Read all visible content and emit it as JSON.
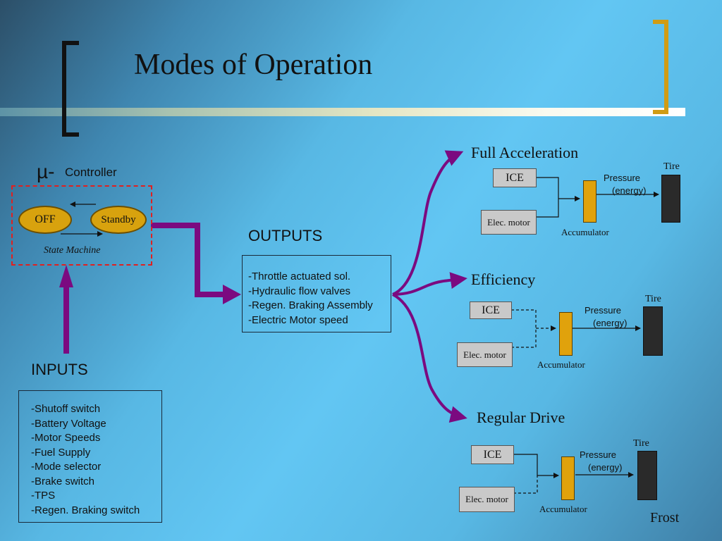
{
  "slide": {
    "title": "Modes of Operation",
    "controller_mu": "µ-",
    "controller_label": "Controller",
    "state_off": "OFF",
    "state_standby": "Standby",
    "state_machine": "State Machine",
    "outputs_heading": "OUTPUTS",
    "outputs": [
      "-Throttle actuated sol.",
      "-Hydraulic flow valves",
      "-Regen. Braking Assembly",
      "-Electric Motor speed"
    ],
    "inputs_heading": "INPUTS",
    "inputs": [
      "-Shutoff switch",
      "-Battery Voltage",
      "-Motor Speeds",
      "-Fuel Supply",
      "-Mode selector",
      "-Brake switch",
      "-TPS",
      "-Regen. Braking switch"
    ],
    "author": "Frost"
  },
  "modes": [
    {
      "name": "Full Acceleration",
      "ice": "ICE",
      "motor": "Elec. motor",
      "pressure": "Pressure",
      "energy": "(energy)",
      "accumulator": "Accumulator",
      "tire": "Tire"
    },
    {
      "name": "Efficiency",
      "ice": "ICE",
      "motor": "Elec. motor",
      "pressure": "Pressure",
      "energy": "(energy)",
      "accumulator": "Accumulator",
      "tire": "Tire"
    },
    {
      "name": "Regular Drive",
      "ice": "ICE",
      "motor": "Elec. motor",
      "pressure": "Pressure",
      "energy": "(energy)",
      "accumulator": "Accumulator",
      "tire": "Tire"
    }
  ],
  "colors": {
    "arrow": "#7b0a80",
    "oval": "#d8a20e",
    "accumulator": "#e0a20c",
    "dashed_box": "#e0201f",
    "bracket_right": "#d19c14"
  }
}
